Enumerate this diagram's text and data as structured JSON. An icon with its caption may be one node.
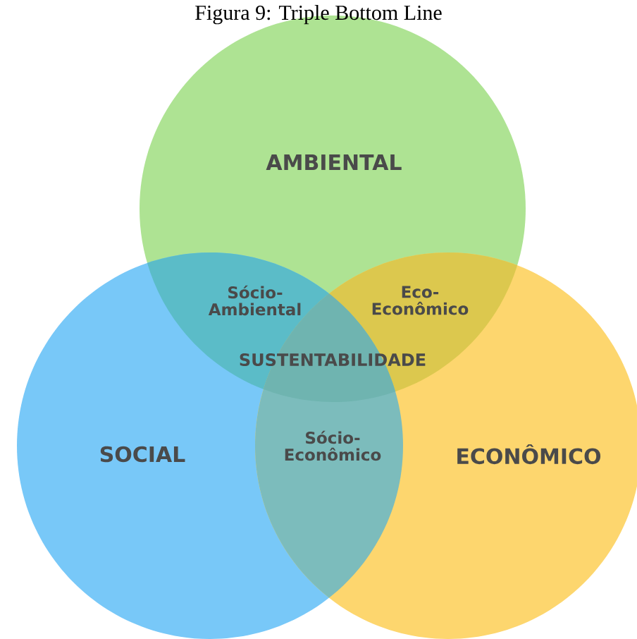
{
  "diagram": {
    "title": "Figura 9: Triple Bottom Line",
    "nodes": [
      {
        "text": [
          "AMBIENTAL"
        ]
      },
      {
        "text": [
          "SOCIAL"
        ]
      },
      {
        "text": [
          "ECONÔMICO"
        ]
      }
    ],
    "labels": [
      "Sócio- Ambiental",
      "Eco- Econômico",
      "SUSTENTABILIDADE",
      "Sócio- Econômico"
    ]
  }
}
